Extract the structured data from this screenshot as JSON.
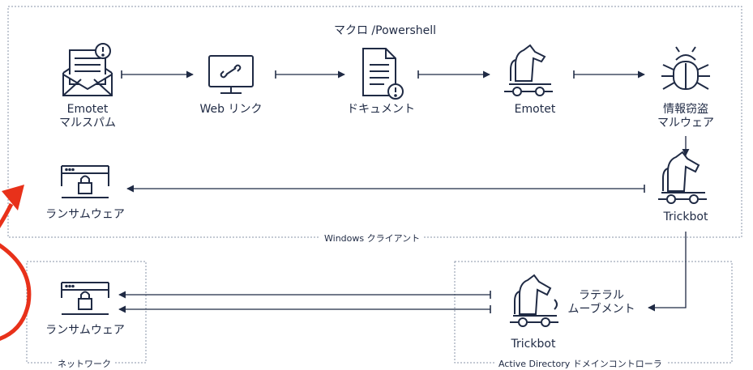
{
  "steps": {
    "emotet_spam": [
      "Emotet",
      "マルスパム"
    ],
    "web_link": "Web リンク",
    "document": "ドキュメント",
    "emotet": "Emotet",
    "info_stealer": [
      "情報窃盗",
      "マルウェア"
    ],
    "trickbot_client": "Trickbot",
    "ransomware_client": "ランサムウェア",
    "ransomware_network": "ランサムウェア",
    "trickbot_dc": "Trickbot",
    "lateral": [
      "ラテラル",
      "ムーブメント"
    ]
  },
  "edge_labels": {
    "macro": "マクロ /Powershell"
  },
  "regions": {
    "windows_client": "Windows クライアント",
    "network": "ネットワーク",
    "ad_dc": "Active Directory ドメインコントローラ"
  },
  "colors": {
    "line": "#1f2a44",
    "box_border": "#8a96a8",
    "highlight": "#e8311a"
  },
  "icons": [
    "mail-icon",
    "monitor-link-icon",
    "document-icon",
    "trojan-horse-icon",
    "bug-icon",
    "lock-window-icon"
  ]
}
